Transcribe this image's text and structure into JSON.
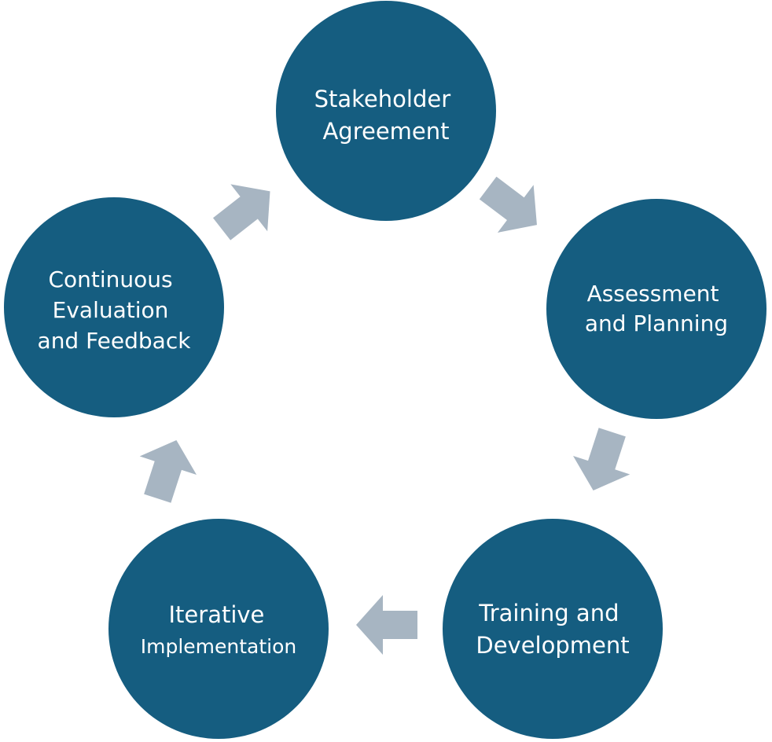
{
  "diagram": {
    "type": "cycle",
    "colors": {
      "node_fill": "#155d80",
      "arrow_fill": "#a7b5c2",
      "text": "#ffffff",
      "background": "#ffffff"
    },
    "nodes": [
      {
        "id": "stakeholder-agreement",
        "lines": [
          "Stakeholder",
          "Agreement"
        ]
      },
      {
        "id": "assessment-and-planning",
        "lines": [
          "Assessment",
          "and Planning"
        ]
      },
      {
        "id": "training-and-development",
        "lines": [
          "Training and",
          "Development"
        ]
      },
      {
        "id": "iterative-implementation",
        "lines": [
          "Iterative",
          "Implementation"
        ]
      },
      {
        "id": "continuous-evaluation-and-feedback",
        "lines": [
          "Continuous",
          "Evaluation",
          "and Feedback"
        ]
      }
    ],
    "arrow_icon": "block-arrow-icon"
  }
}
